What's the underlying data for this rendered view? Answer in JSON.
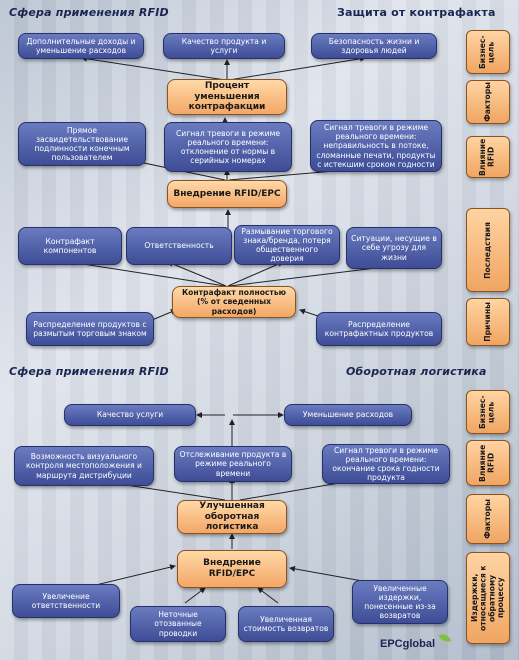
{
  "top": {
    "title_left": "Сфера применения RFID",
    "title_right": "Защита от контрафакта",
    "row1": [
      "Дополнительные доходы и уменьшение расходов",
      "Качество продукта и услуги",
      "Безопасность жизни и здоровья людей"
    ],
    "center1": "Процент уменьшения контрафакции",
    "row2": [
      "Прямое засвидетельствование подлинности конечным пользователем",
      "Сигнал тревоги в режиме реального времени: отклонение от нормы в серийных номерах",
      "Сигнал тревоги в режиме реального времени: неправильность в потоке, сломанные печати, продукты с истекшим сроком годности"
    ],
    "center2": "Внедрение RFID/EPC",
    "row3": [
      "Контрафакт компонентов",
      "Ответственность",
      "Размывание торгового знака/бренда, потеря общественного доверия",
      "Ситуации, несущие в себе угрозу для жизни"
    ],
    "center3": "Контрафакт полностью (% от сведенных расходов)",
    "row4": [
      "Распределение продуктов с размытым торговым знаком",
      "Распределение контрафактных продуктов"
    ],
    "side": [
      "Бизнес-цель",
      "Факторы",
      "Влияние RFID",
      "Последствия",
      "Причины"
    ]
  },
  "bottom": {
    "title_left": "Сфера применения RFID",
    "title_right": "Оборотная логистика",
    "row1": [
      "Качество услуги",
      "Уменьшение расходов"
    ],
    "row2": [
      "Возможность визуального контроля местоположения и маршрута дистрибуции",
      "Отслеживание продукта в режиме реального времени",
      "Сигнал тревоги в режиме реального времени: окончание срока годности продукта"
    ],
    "center1": "Улучшенная оборотная логистика",
    "center2": "Внедрение RFID/EPC",
    "row3": [
      "Увеличение ответственности",
      "Неточные отозванные проводки",
      "Увеличенная стоимость возвратов",
      "Увеличенные издержки, понесенные из-за возвратов"
    ],
    "side": [
      "Бизнес-цель",
      "Влияние RFID",
      "Факторы",
      "Издержки, относящиеся к обратному процессу"
    ]
  },
  "logo": "EPCglobal"
}
